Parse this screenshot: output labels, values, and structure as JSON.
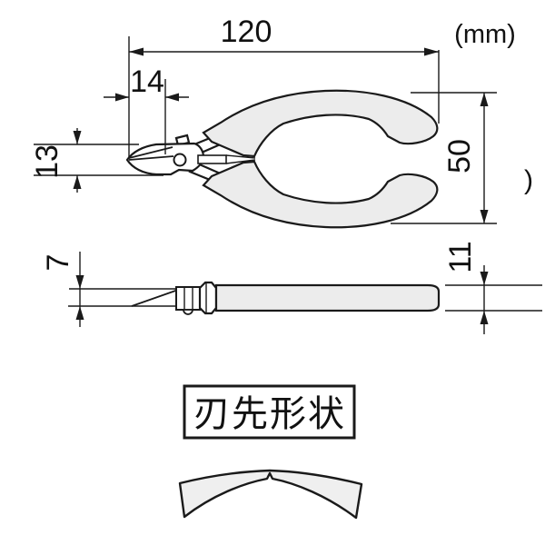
{
  "diagram": {
    "unit_label": "(mm)",
    "stray_paren": ")",
    "blade_shape_label": "刃先形状",
    "dimensions": {
      "overall_length": "120",
      "jaw_length": "14",
      "head_height": "13",
      "handle_spread": "50",
      "blade_thickness": "7",
      "handle_thickness": "11"
    },
    "colors": {
      "line": "#1a1a1a",
      "handle_fill": "#ececec",
      "background": "#ffffff"
    }
  }
}
